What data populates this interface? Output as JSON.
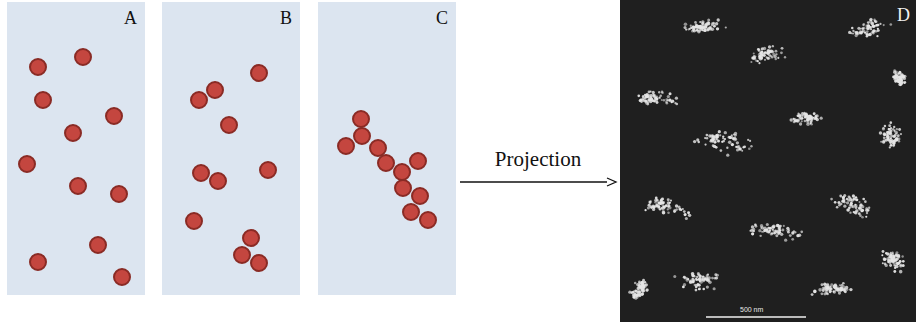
{
  "diagram": {
    "nodes": [
      {
        "text": [
          "A"
        ]
      },
      {
        "text": [
          "B"
        ]
      },
      {
        "text": [
          "C"
        ]
      },
      {
        "text": [
          "D"
        ]
      }
    ],
    "edges": [
      {
        "from": 2,
        "to": 3,
        "label": "Projection",
        "arrow": "to"
      }
    ],
    "labels": [
      "500 nm"
    ]
  }
}
